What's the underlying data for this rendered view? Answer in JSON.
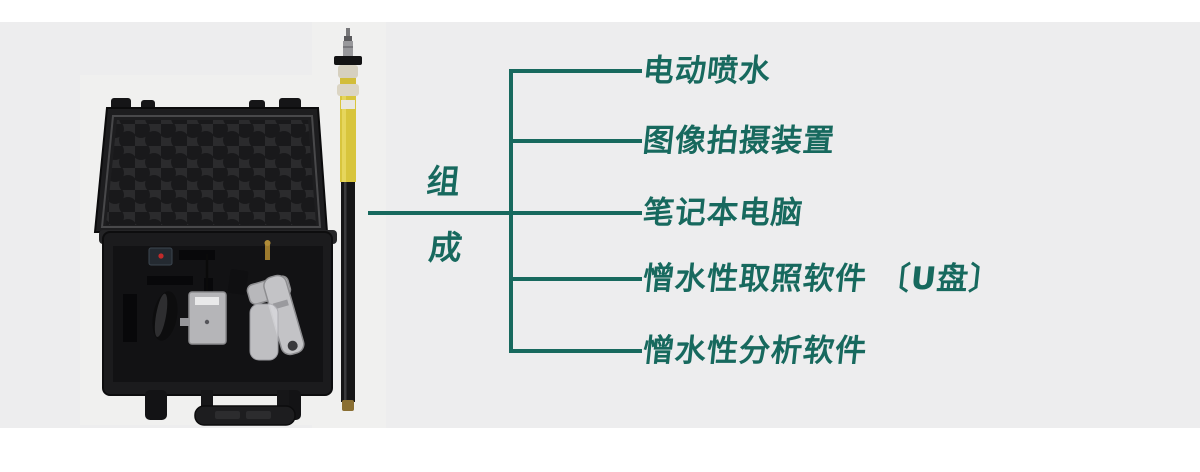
{
  "page": {
    "background": "#EDEDEE",
    "outer_background": "#FFFFFF",
    "accent_color": "#17695E"
  },
  "diagram": {
    "root_label_chars": [
      "组",
      "成"
    ],
    "items": [
      {
        "label": "电动喷水"
      },
      {
        "label": "图像拍摄装置"
      },
      {
        "label": "笔记本电脑"
      },
      {
        "label": "憎水性取照软件 〔U盘〕"
      },
      {
        "label": "憎水性分析软件"
      }
    ],
    "line_color": "#17695E",
    "text_color": "#17695E"
  },
  "photos": {
    "case_alt": "open-black-equipment-case-with-foam-and-spray-tools",
    "pole_alt": "yellow-and-black-telescopic-operating-pole"
  }
}
